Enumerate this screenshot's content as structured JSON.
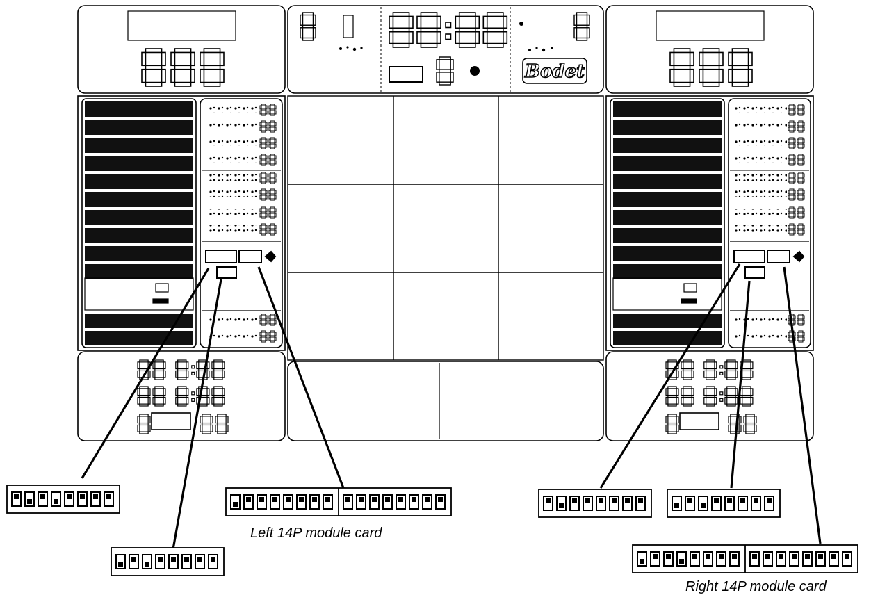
{
  "digits": {
    "upper_left_score": "888",
    "upper_right_score": "888",
    "period": "8",
    "clock": "88:88",
    "center_small": "8",
    "right_small": "8",
    "player_row": "88",
    "foul_row": "88 8:88",
    "bottom_single": "8",
    "bottom_pair": "88"
  },
  "logo": {
    "text": "Bodet"
  },
  "captions": {
    "left_module": "Left 14P module card",
    "right_module": "Right 14P module card"
  },
  "dip_switch_groups": [
    {
      "name": "left-card-a",
      "switches": [
        0,
        1,
        0,
        1,
        0,
        0,
        0,
        0
      ]
    },
    {
      "name": "left-card-b",
      "switches": [
        1,
        0,
        1,
        0,
        0,
        0,
        0,
        0
      ]
    },
    {
      "name": "left-14p-1",
      "switches": [
        1,
        0,
        0,
        0,
        0,
        0,
        0,
        0
      ]
    },
    {
      "name": "left-14p-2",
      "switches": [
        0,
        0,
        0,
        0,
        0,
        0,
        0,
        0
      ]
    },
    {
      "name": "right-card-a",
      "switches": [
        0,
        1,
        0,
        0,
        0,
        0,
        0,
        0
      ]
    },
    {
      "name": "right-card-b",
      "switches": [
        1,
        0,
        1,
        0,
        0,
        0,
        0,
        0
      ]
    },
    {
      "name": "right-14p-1",
      "switches": [
        1,
        0,
        0,
        1,
        0,
        0,
        0,
        0
      ]
    },
    {
      "name": "right-14p-2",
      "switches": [
        0,
        0,
        0,
        0,
        0,
        0,
        0,
        0
      ]
    }
  ]
}
